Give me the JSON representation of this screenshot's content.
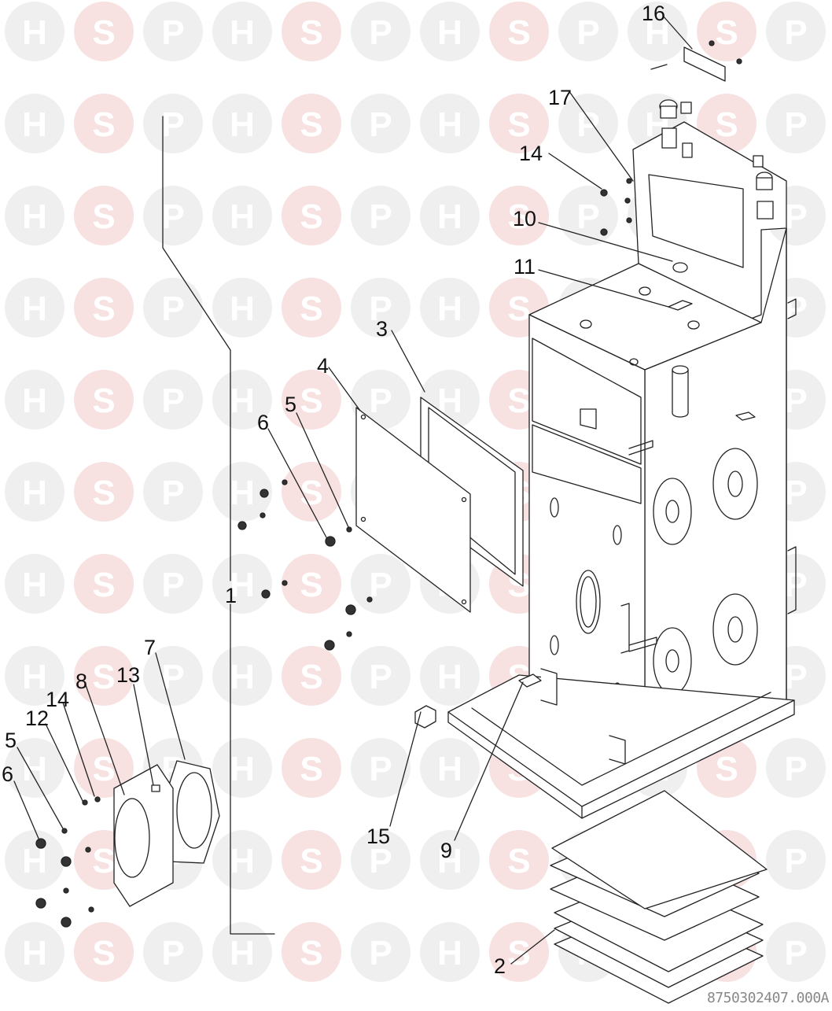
{
  "watermark": {
    "letters": [
      "H",
      "S",
      "P"
    ],
    "colors": {
      "circle_grey": "#efefef",
      "circle_pink": "#f7e1e1",
      "letter_grey": "#ffffff",
      "letter_pink": "#ffffff"
    }
  },
  "callouts": {
    "c16": "16",
    "c17": "17",
    "c14a": "14",
    "c10": "10",
    "c11": "11",
    "c3": "3",
    "c4": "4",
    "c5a": "5",
    "c6a": "6",
    "c1": "1",
    "c7": "7",
    "c13": "13",
    "c8": "8",
    "c14b": "14",
    "c12": "12",
    "c5b": "5",
    "c6b": "6",
    "c15": "15",
    "c9": "9",
    "c2": "2"
  },
  "drawing_code": "8750302407.000A"
}
